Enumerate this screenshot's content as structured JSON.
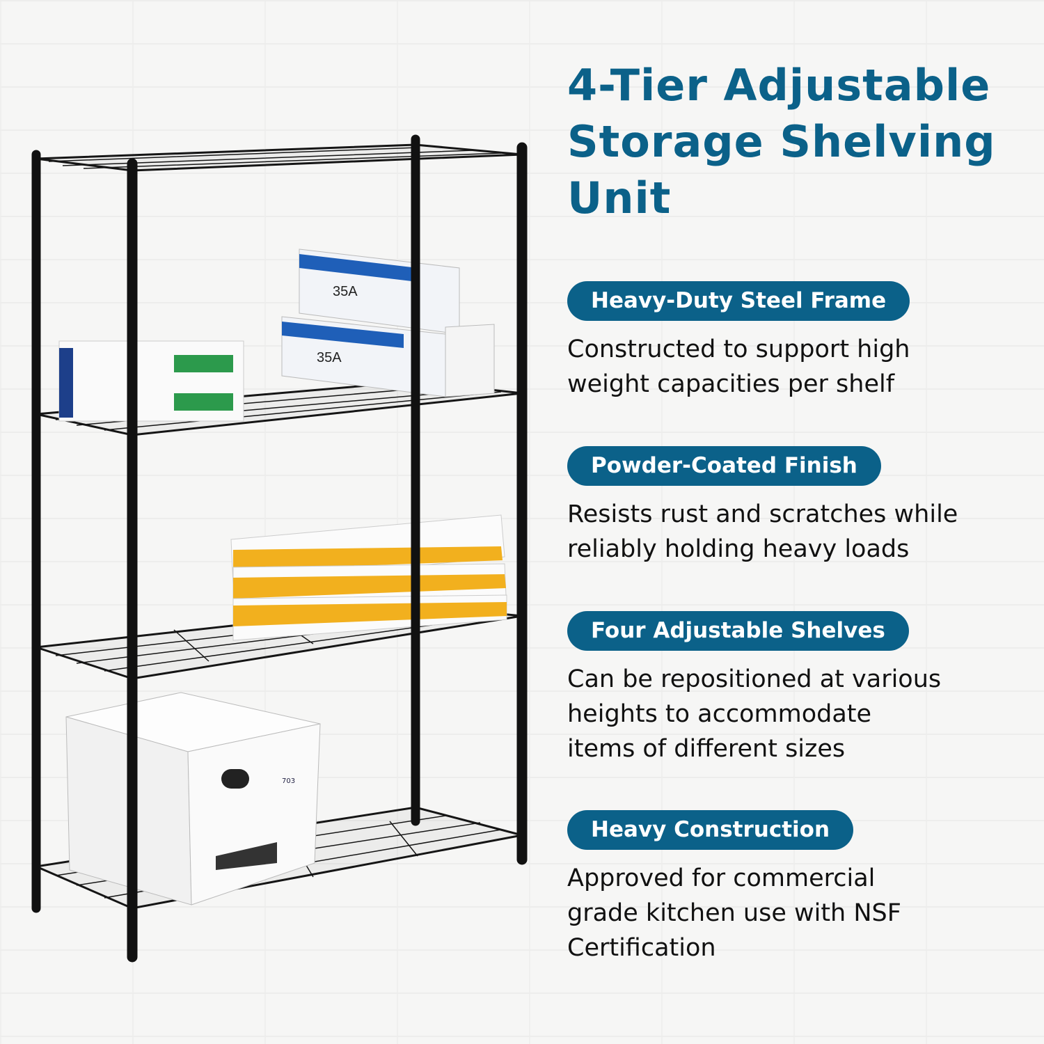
{
  "title": {
    "line1": "4-Tier Adjustable",
    "line2": "Storage Shelving",
    "line3": "Unit"
  },
  "features": [
    {
      "label": "Heavy-Duty Steel Frame",
      "lines": [
        "Constructed to support high",
        "weight capacities per shelf"
      ]
    },
    {
      "label": "Powder-Coated Finish",
      "lines": [
        "Resists rust and scratches while",
        "reliably holding heavy loads"
      ]
    },
    {
      "label": "Four Adjustable Shelves",
      "lines": [
        "Can be repositioned at various",
        "heights to accommodate",
        "items of different sizes"
      ]
    },
    {
      "label": "Heavy Construction",
      "lines": [
        "Approved for commercial",
        "grade kitchen use with NSF",
        "Certification"
      ]
    }
  ],
  "product_labels": {
    "toner": "35A",
    "box": "703"
  },
  "colors": {
    "accent": "#0b6189",
    "frame": "#111111",
    "background": "#f6f6f5"
  }
}
